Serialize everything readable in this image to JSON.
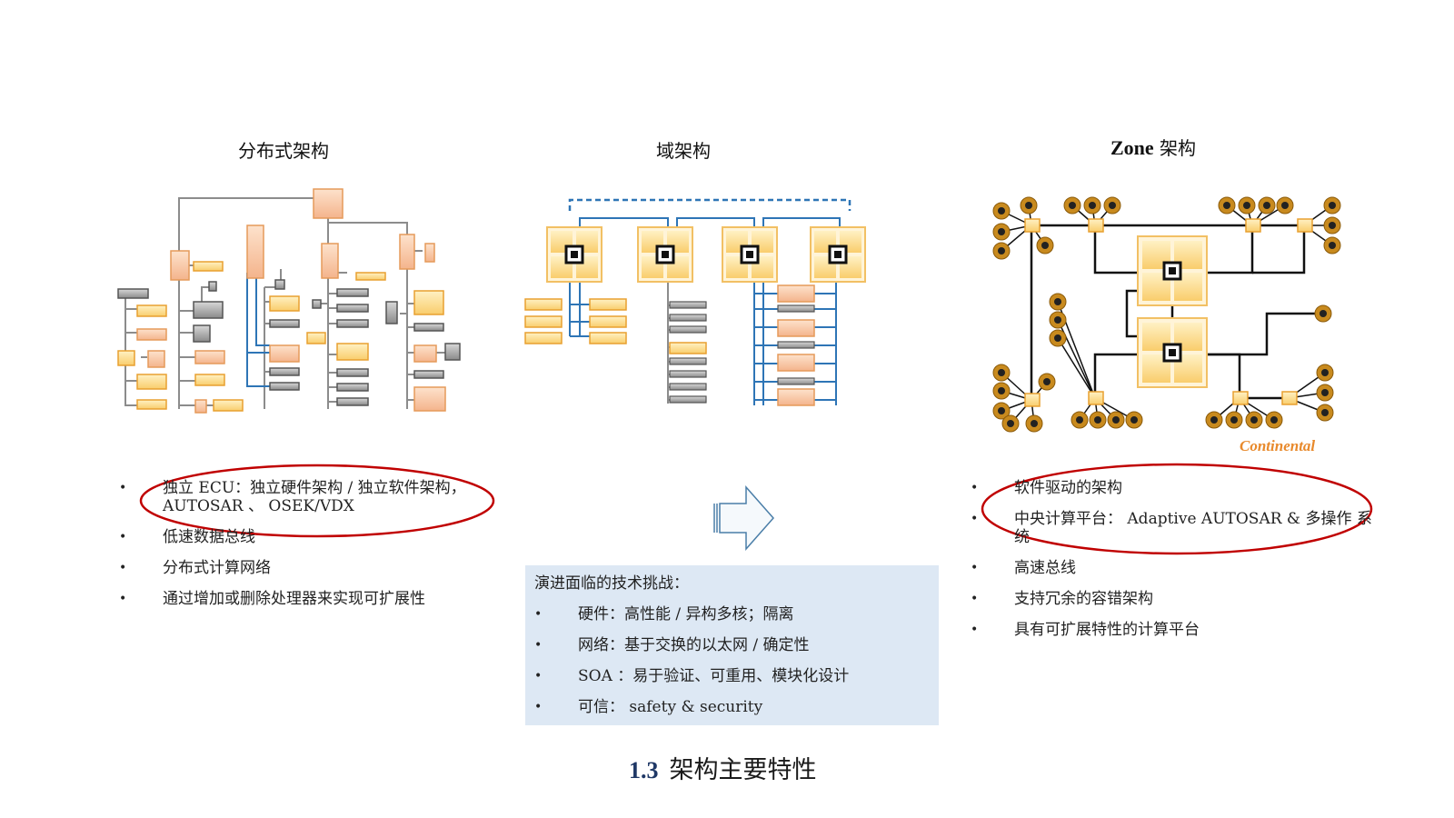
{
  "titles": {
    "distributed": "分布式架构",
    "domain": "域架构",
    "zone_bold": "Zone",
    "zone_rest": " 架构"
  },
  "left_bullets": [
    "独立 ECU：独立硬件架构 / 独立软件架构，  AUTOSAR 、 OSEK/VDX",
    "低速数据总线",
    "分布式计算网络",
    "通过增加或删除处理器来实现可扩展性"
  ],
  "right_bullets": [
    "软件驱动的架构",
    "中央计算平台：   Adaptive AUTOSAR &  多操作  系统",
    "高速总线",
    "支持冗余的容错架构",
    "具有可扩展特性的计算平台"
  ],
  "challenges": {
    "heading": "演进面临的技术挑战：",
    "items": [
      "硬件：高性能 / 异构多核；隔离",
      "网络：基于交换的以太网 / 确定性",
      "SOA ：易于验证、可重用、模块化设计",
      "可信：    safety & security"
    ]
  },
  "footer": {
    "number": "1.3",
    "text": "架构主要特性"
  },
  "logo_text": "Continental",
  "colors": {
    "orange_fill": "#f8c8a8",
    "orange_stroke": "#e59a5a",
    "yellow_fill": "#fdd98a",
    "blue_line": "#2e75b6",
    "highlight_ellipse": "#c00000",
    "challenge_bg": "#dde8f4"
  }
}
